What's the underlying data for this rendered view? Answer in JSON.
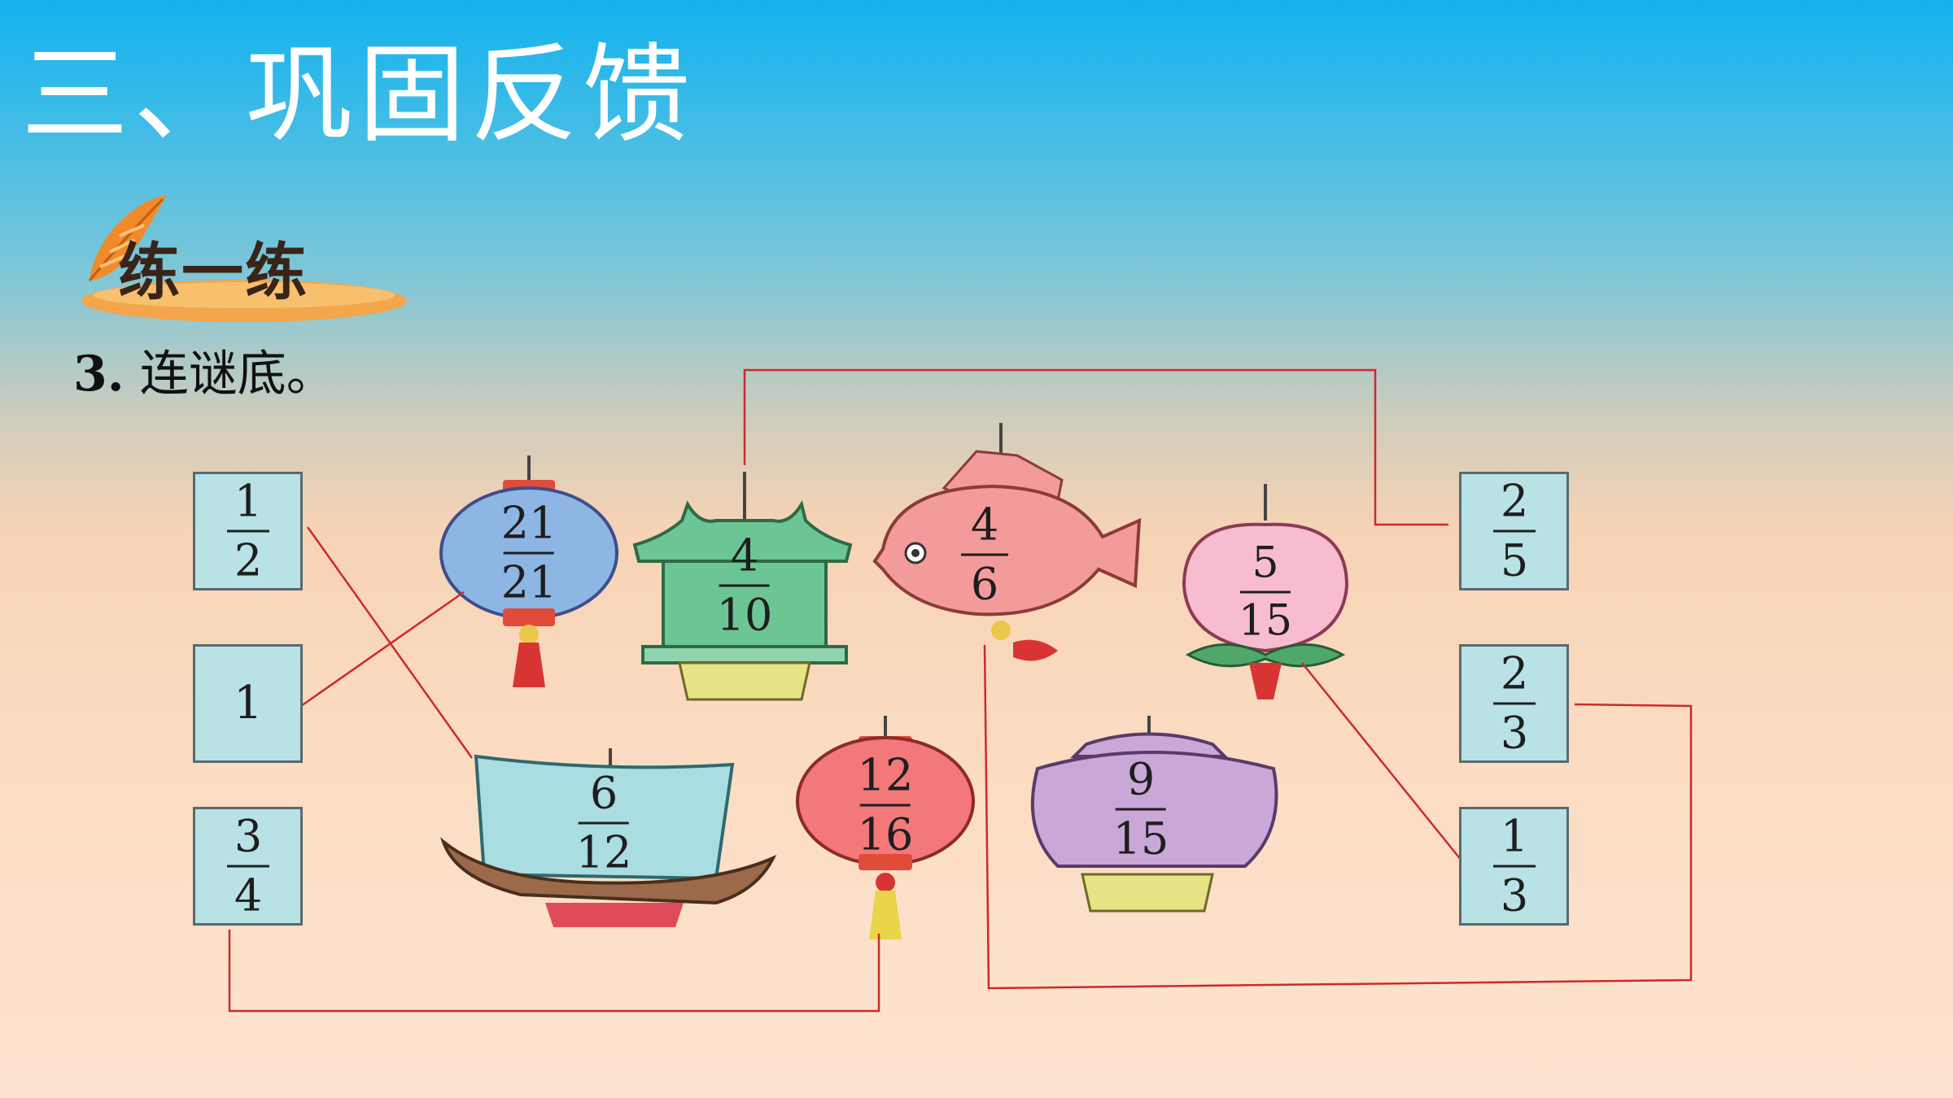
{
  "header": {
    "title": "三、巩固反馈"
  },
  "section": {
    "badge": "练一练"
  },
  "exercise": {
    "number": "3.",
    "instruction": "连谜底。"
  },
  "left_boxes": [
    {
      "num": "1",
      "den": "2"
    },
    {
      "whole": "1"
    },
    {
      "num": "3",
      "den": "4"
    }
  ],
  "right_boxes": [
    {
      "num": "2",
      "den": "5"
    },
    {
      "num": "2",
      "den": "3"
    },
    {
      "num": "1",
      "den": "3"
    }
  ],
  "riddles": [
    {
      "object": "blue-lantern",
      "num": "21",
      "den": "21"
    },
    {
      "object": "green-pavilion",
      "num": "4",
      "den": "10"
    },
    {
      "object": "pink-fish",
      "num": "4",
      "den": "6"
    },
    {
      "object": "peach",
      "num": "5",
      "den": "15"
    },
    {
      "object": "boat",
      "num": "6",
      "den": "12"
    },
    {
      "object": "red-lantern",
      "num": "12",
      "den": "16"
    },
    {
      "object": "purple-bowl",
      "num": "9",
      "den": "15"
    }
  ],
  "colors": {
    "answer_line": "#cc2a2a",
    "box_fill": "#b8e2e6",
    "lantern_blue": "#8eb6e4",
    "pavilion_green": "#6cc595",
    "fish_pink": "#f39b9b",
    "peach_pink": "#f8bcd0",
    "boat_blue": "#a9dde2",
    "lantern_red": "#f2787a",
    "bowl_purple": "#c9a8d8"
  }
}
